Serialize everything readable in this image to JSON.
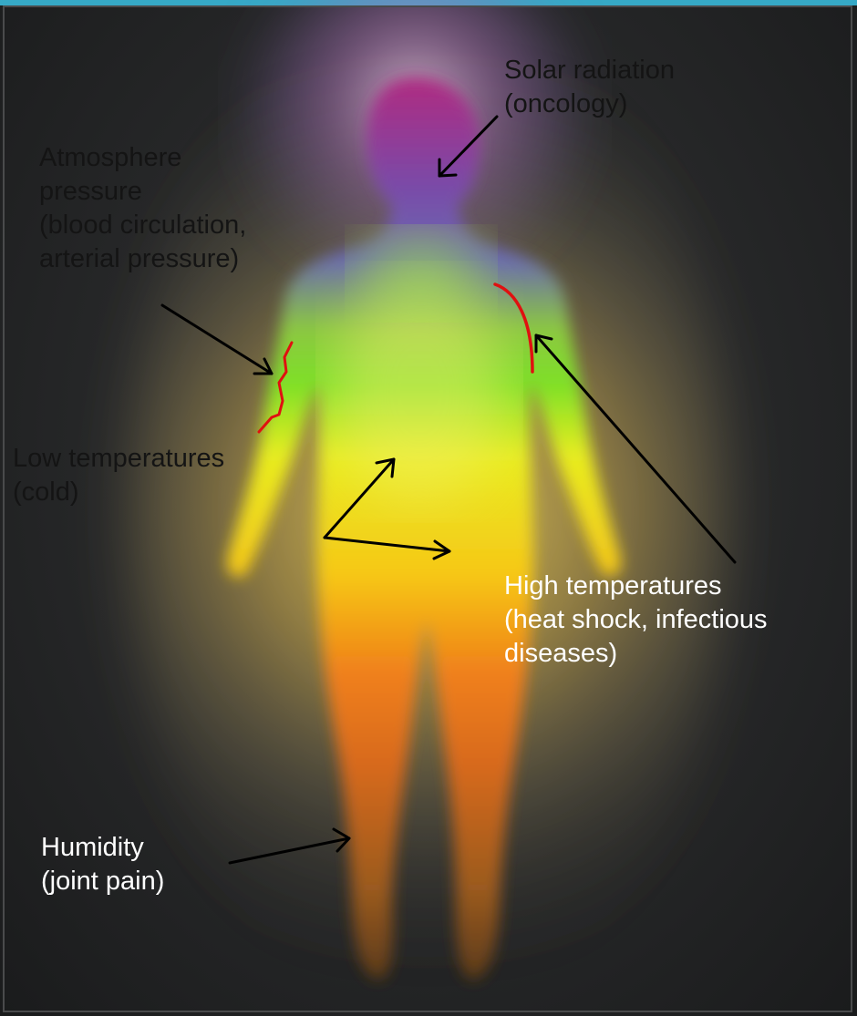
{
  "labels": {
    "solar": {
      "line1": "Solar radiation",
      "line2": "(oncology)"
    },
    "pressure": {
      "line1": "Atmosphere",
      "line2": "pressure",
      "line3": "(blood circulation,",
      "line4": "arterial pressure)"
    },
    "low_temp": {
      "line1": "Low temperatures",
      "line2": "(cold)"
    },
    "high_temp": {
      "line1": "High temperatures",
      "line2": "(heat shock, infectious",
      "line3": "diseases)"
    },
    "humidity": {
      "line1": "Humidity",
      "line2": "(joint pain)"
    }
  },
  "colors": {
    "accent_border": "#36a9c6",
    "arrow": "#000000",
    "marker_red": "#e01010",
    "dark_text": "#141414",
    "light_text": "#ffffff"
  }
}
